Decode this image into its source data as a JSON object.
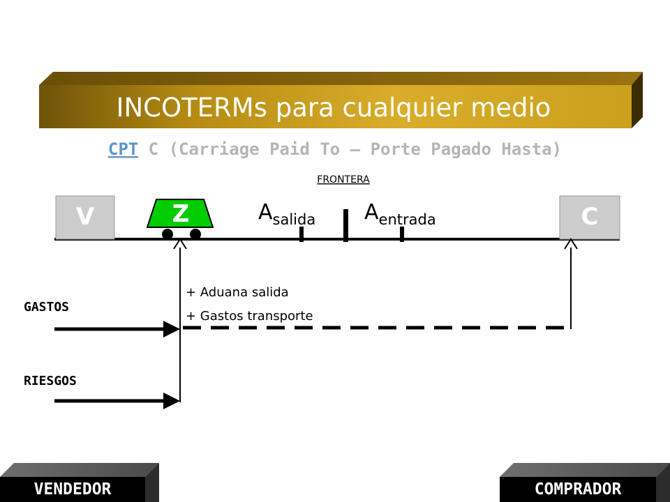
{
  "title": "INCOTERMs para cualquier medio",
  "subtitle": {
    "code": "CPT",
    "rest": " C (Carriage Paid To – Porte Pagado Hasta)"
  },
  "border_label": "FRONTERA",
  "boxes": {
    "seller": "V",
    "zone": "Z",
    "buyer": "C"
  },
  "customs": {
    "exit_letter": "A",
    "exit_sub": "salida",
    "entry_letter": "A",
    "entry_sub": "entrada"
  },
  "rows": {
    "costs_label": "GASTOS",
    "risks_label": "RIESGOS"
  },
  "notes": [
    "+ Aduana salida",
    "+ Gastos transporte"
  ],
  "footer": {
    "seller": "VENDEDOR",
    "buyer": "COMPRADOR"
  },
  "colors": {
    "title_band": "#b58a10",
    "box_gray": "#cccccc",
    "subtitle_link": "#5e95cf"
  }
}
